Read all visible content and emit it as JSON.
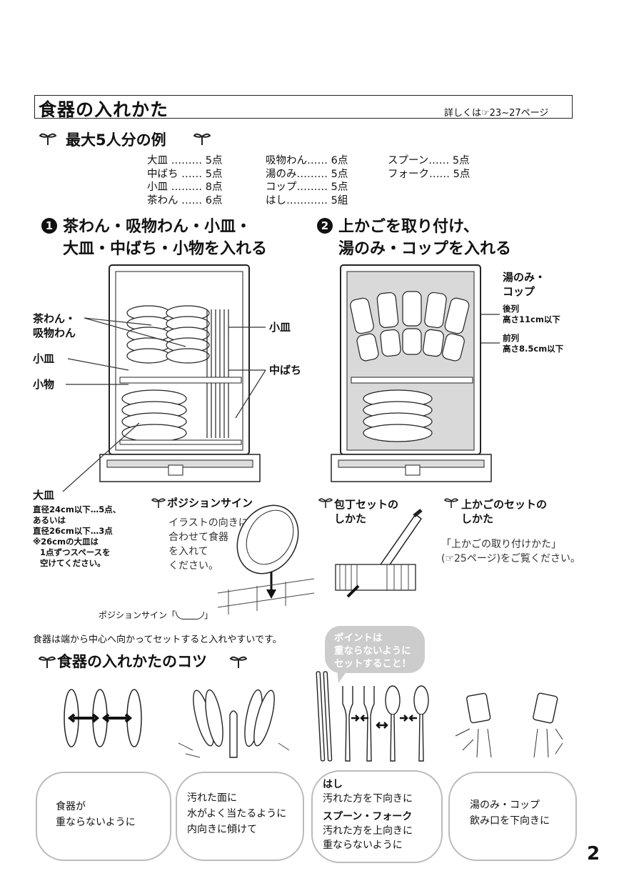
{
  "page": {
    "title": "食器の入れかた",
    "ref": "詳しくは☞23~27ページ",
    "page_number": "2"
  },
  "example": {
    "heading": "最大5人分の例",
    "columns": [
      [
        "大皿 ……… 5点",
        "中ばち …… 5点",
        "小皿 ……… 8点",
        "茶わん …… 6点"
      ],
      [
        "吸物わん…… 6点",
        "湯のみ……… 5点",
        "コップ……… 5点",
        "はし………… 5組"
      ],
      [
        "スプーン…… 5点",
        "フォーク…… 5点"
      ]
    ]
  },
  "step1": {
    "number": "1",
    "line1": "茶わん・吸物わん・小皿・",
    "line2": "大皿・中ばち・小物を入れる",
    "labels": {
      "chawan": "茶わん・",
      "suimono": "吸物わん",
      "kozara_left": "小皿",
      "komono": "小物",
      "kozara_right": "小皿",
      "nakabachi": "中ばち",
      "ozara": "大皿"
    },
    "ozara_note": [
      "直径24cm以下…5点、",
      "あるいは",
      "直径26cm以下…3点",
      "※26cmの大皿は",
      "1点ずつスペースを",
      "空けてください。"
    ]
  },
  "step2": {
    "number": "2",
    "line1": "上かごを取り付け、",
    "line2": "湯のみ・コップを入れる",
    "labels": {
      "yunomi": "湯のみ・",
      "cup": "コップ",
      "rear": "後列",
      "rear_h": "高さ11cm以下",
      "front": "前列",
      "front_h": "高さ8.5cm以下"
    }
  },
  "position_sign": {
    "heading": "ポジションサイン",
    "body": [
      "イラストの向きに",
      "合わせて食器",
      "を入れて",
      "ください。"
    ],
    "caption": "ポジションサイン「",
    "caption_end": "」"
  },
  "knife": {
    "line1": "包丁セットの",
    "line2": "しかた"
  },
  "upper_basket": {
    "line1": "上かごのセットの",
    "line2": "しかた",
    "body1": "「上かごの取り付けかた」",
    "body2": "(☞25ページ)をご覧ください。"
  },
  "tips": {
    "lead": "食器は端から中心へ向かってセットすると入れやすいです。",
    "heading": "食器の入れかたのコツ",
    "callout": [
      "ポイントは",
      "重ならないように",
      "セットすること！"
    ],
    "items": [
      {
        "lines": [
          "食器が",
          "重ならないように"
        ]
      },
      {
        "lines": [
          "汚れた面に",
          "水がよく当たるように",
          "内向きに傾けて"
        ]
      },
      {
        "head1": "はし",
        "line1": "汚れた方を下向きに",
        "head2": "スプーン・フォーク",
        "line2": "汚れた方を上向きに",
        "line3": "重ならないように"
      },
      {
        "lines": [
          "湯のみ・コップ",
          "飲み口を下向きに"
        ]
      }
    ]
  }
}
